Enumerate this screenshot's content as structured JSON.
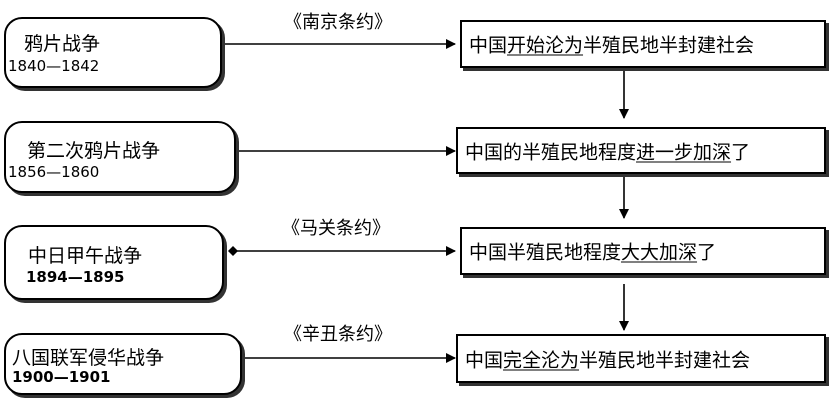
{
  "rows": [
    {
      "war": "鸦片战争",
      "years": "1840—1842",
      "treaty": "《南京条约》",
      "result": {
        "pre": "中国",
        "hl": "开始沦为",
        "post": "半殖民地半封建社会"
      }
    },
    {
      "war": "第二次鸦片战争",
      "years": "1856—1860",
      "treaty": "",
      "result": {
        "pre": "中国的半殖民地程度",
        "hl": "进一步加深",
        "post": "了"
      }
    },
    {
      "war": "中日甲午战争",
      "years": "1894—1895",
      "treaty": "《马关条约》",
      "result": {
        "pre": "中国半殖民地程度",
        "hl": "大大加深",
        "post": "了"
      }
    },
    {
      "war": "八国联军侵华战争",
      "years": "1900—1901",
      "treaty": "《辛丑条约》",
      "result": {
        "pre": "中国",
        "hl": "完全沦为",
        "post": "半殖民地半封建社会"
      }
    }
  ]
}
